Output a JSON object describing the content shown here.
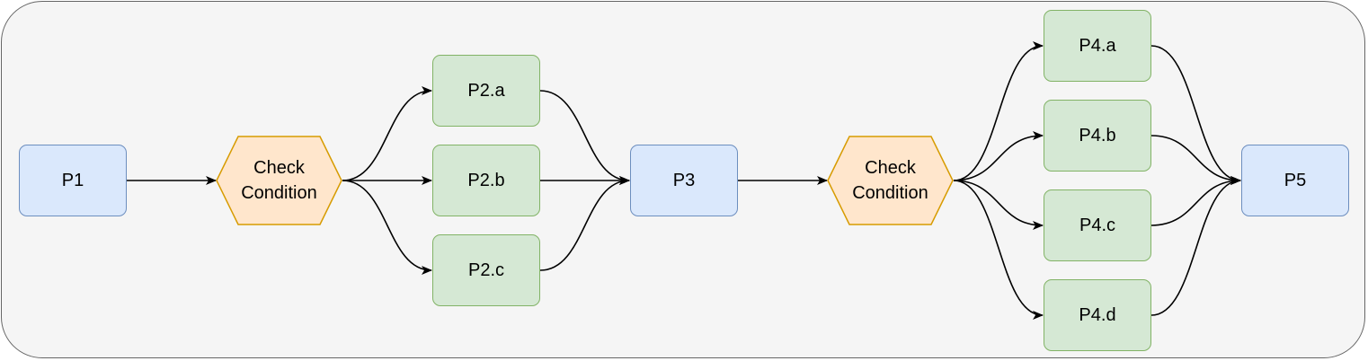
{
  "colors": {
    "process_fill": "#dae8fc",
    "process_stroke": "#6c8ebf",
    "branch_fill": "#d5e8d4",
    "branch_stroke": "#82b366",
    "decision_fill": "#ffe6cc",
    "decision_stroke": "#d79b00",
    "container_fill": "#f5f5f5",
    "container_stroke": "#666666",
    "edge": "#000000"
  },
  "nodes": {
    "p1": "P1",
    "decision1": {
      "line1": "Check",
      "line2": "Condition"
    },
    "p2a": "P2.a",
    "p2b": "P2.b",
    "p2c": "P2.c",
    "p3": "P3",
    "decision2": {
      "line1": "Check",
      "line2": "Condition"
    },
    "p4a": "P4.a",
    "p4b": "P4.b",
    "p4c": "P4.c",
    "p4d": "P4.d",
    "p5": "P5"
  },
  "edges": [
    {
      "from": "P1",
      "to": "Check Condition 1"
    },
    {
      "from": "Check Condition 1",
      "to": "P2.a"
    },
    {
      "from": "Check Condition 1",
      "to": "P2.b"
    },
    {
      "from": "Check Condition 1",
      "to": "P2.c"
    },
    {
      "from": "P2.a",
      "to": "P3"
    },
    {
      "from": "P2.b",
      "to": "P3"
    },
    {
      "from": "P2.c",
      "to": "P3"
    },
    {
      "from": "P3",
      "to": "Check Condition 2"
    },
    {
      "from": "Check Condition 2",
      "to": "P4.a"
    },
    {
      "from": "Check Condition 2",
      "to": "P4.b"
    },
    {
      "from": "Check Condition 2",
      "to": "P4.c"
    },
    {
      "from": "Check Condition 2",
      "to": "P4.d"
    },
    {
      "from": "P4.a",
      "to": "P5"
    },
    {
      "from": "P4.b",
      "to": "P5"
    },
    {
      "from": "P4.c",
      "to": "P5"
    },
    {
      "from": "P4.d",
      "to": "P5"
    }
  ]
}
